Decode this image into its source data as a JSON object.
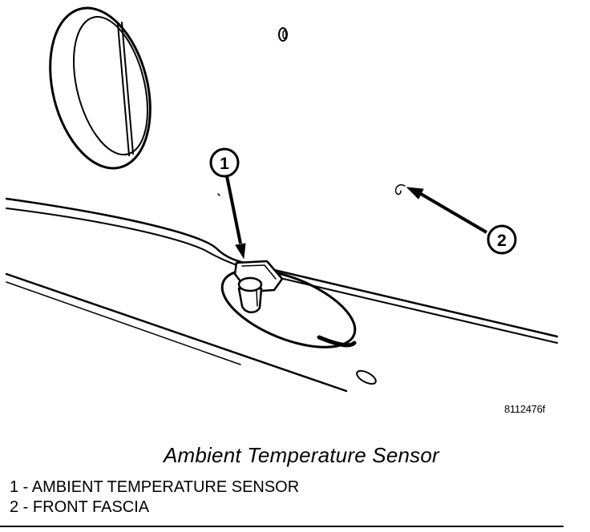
{
  "figure": {
    "id": "8112476f",
    "caption": "Ambient Temperature Sensor",
    "callouts": [
      {
        "number": "1"
      },
      {
        "number": "2"
      }
    ],
    "legend": [
      {
        "number": "1",
        "label": "AMBIENT TEMPERATURE SENSOR"
      },
      {
        "number": "2",
        "label": "FRONT FASCIA"
      }
    ]
  }
}
